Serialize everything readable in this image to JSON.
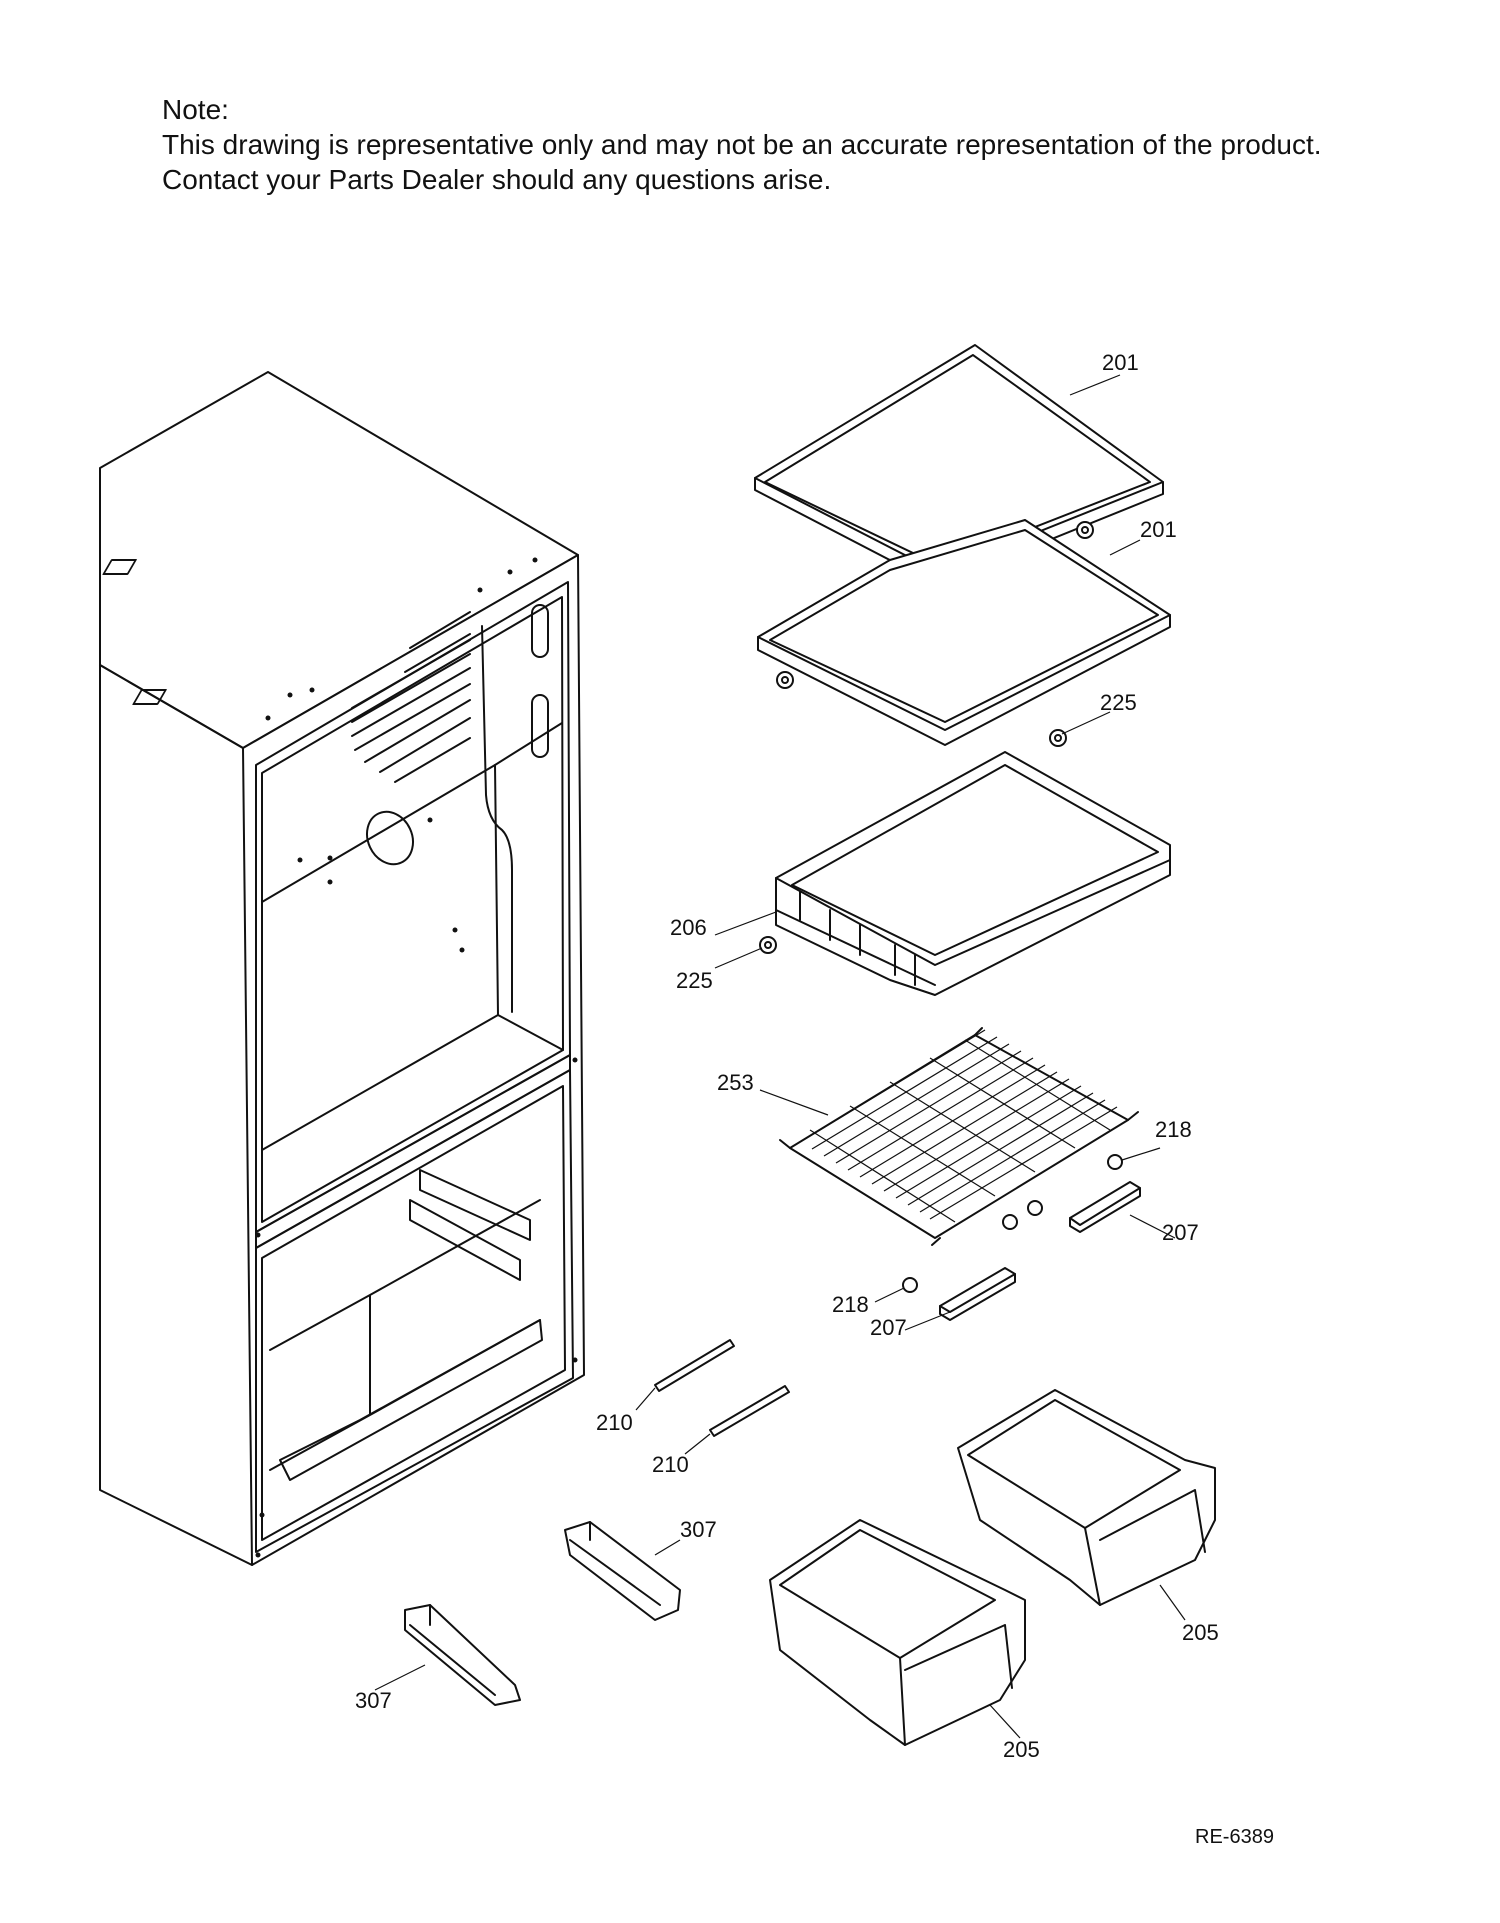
{
  "note": {
    "heading": "Note:",
    "line1": "This drawing is representative only and may not be an accurate representation of the product.",
    "line2": "Contact your Parts Dealer should any questions arise."
  },
  "callouts": [
    "201",
    "201",
    "225",
    "206",
    "225",
    "253",
    "218",
    "207",
    "218",
    "207",
    "210",
    "210",
    "307",
    "307",
    "205",
    "205"
  ],
  "reference": "RE-6389"
}
